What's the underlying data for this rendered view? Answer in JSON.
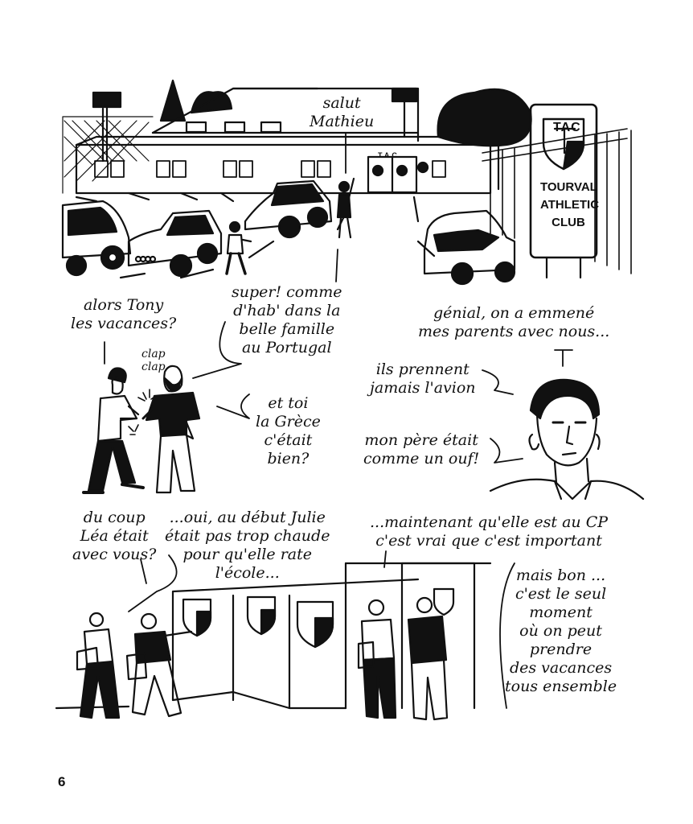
{
  "page_number": "6",
  "sign": {
    "logo": "TAC",
    "lines": [
      "TOURVAL",
      "ATHLETIC",
      "CLUB"
    ]
  },
  "building_label": "TAC",
  "bubbles": {
    "salut": [
      "salut",
      "Mathieu"
    ],
    "tony": [
      "alors Tony",
      "les vacances?"
    ],
    "super": [
      "super! comme",
      "d'hab' dans la",
      "belle famille",
      "au Portugal"
    ],
    "clap": [
      "clap",
      "clap"
    ],
    "grece": [
      "et toi",
      "la Grèce",
      "c'était",
      "bien?"
    ],
    "genial": [
      "génial, on a emmené",
      "mes parents avec nous..."
    ],
    "avion": [
      "ils prennent",
      "jamais l'avion"
    ],
    "pere": [
      "mon père était",
      "comme un ouf!"
    ],
    "lea": [
      "du coup",
      "Léa était",
      "avec vous?"
    ],
    "julie": [
      "...oui, au début Julie",
      "était pas trop chaude",
      "pour qu'elle rate",
      "l'école..."
    ],
    "cp": [
      "...maintenant qu'elle est au CP",
      "c'est vrai que c'est important"
    ],
    "seul": [
      "mais bon ...",
      "c'est le seul",
      "moment",
      "où on peut",
      "prendre",
      "des vacances",
      "tous ensemble"
    ]
  }
}
